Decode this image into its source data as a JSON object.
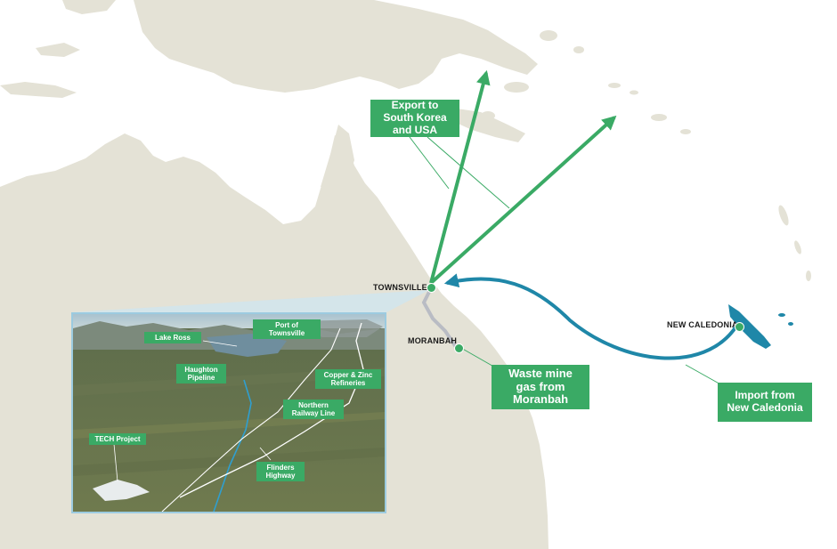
{
  "callouts": {
    "export": "Export to South Korea and USA",
    "waste_gas": "Waste mine gas from Moranbah",
    "import": "Import from New Caledonia"
  },
  "places": {
    "townsville": "TOWNSVILLE",
    "moranbah": "MORANBAH",
    "new_caledonia": "NEW CALEDONIA"
  },
  "inset_labels": {
    "lake_ross": "Lake Ross",
    "port": "Port of Townsville",
    "haughton": "Haughton Pipeline",
    "copper_zinc": "Copper & Zinc Refineries",
    "railway": "Northern Railway Line",
    "tech": "TECH Project",
    "flinders": "Flinders Highway"
  },
  "colors": {
    "land": "#e4e2d6",
    "sea": "#ffffff",
    "export_arrow": "#3aaa65",
    "import_arrow": "#1f87a8",
    "callout_bg": "#3aaa65",
    "gas_line": "#b9bcc4",
    "inset_border": "#9ccbe0"
  }
}
